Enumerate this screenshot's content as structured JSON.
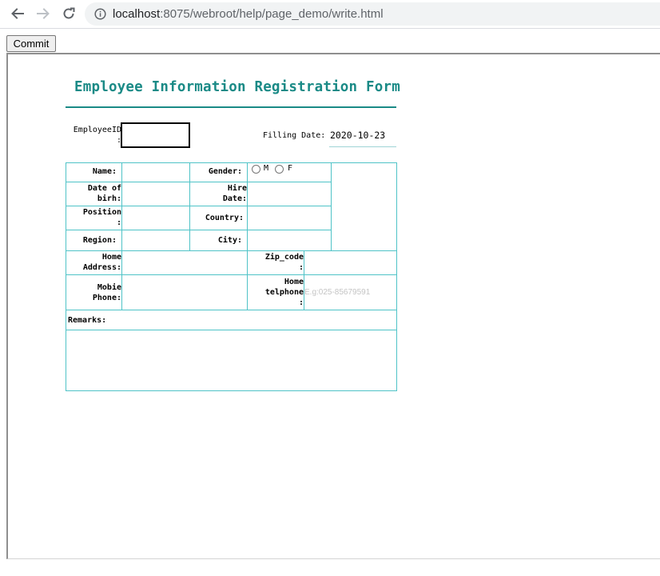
{
  "browser": {
    "url_host": "localhost",
    "url_rest": ":8075/webroot/help/page_demo/write.html"
  },
  "toolbar": {
    "commit_label": "Commit"
  },
  "form": {
    "title": "Employee Information Registration Form",
    "employee_id_label": "EmployeeID\n:",
    "filling_date_label": "Filling Date:",
    "filling_date_value": "2020-10-23",
    "labels": {
      "name": "Name:",
      "gender": "Gender:",
      "date_of_birth": "Date of\nbirh:",
      "hire_date": "Hire\nDate:",
      "position": "Position\n:",
      "country": "Country:",
      "region": "Region:",
      "city": "City:",
      "home_address": "Home\nAddress:",
      "zip_code": "Zip_code\n:",
      "mobile_phone": "Mobie\nPhone:",
      "home_telephone": "Home\ntelphone\n:",
      "remarks": "Remarks:"
    },
    "gender_options": [
      "M",
      "F"
    ],
    "home_telephone_placeholder": "E.g:025-85679591"
  },
  "icons": {
    "back": "arrow-left-icon",
    "forward": "arrow-right-icon",
    "reload": "reload-icon",
    "site_info": "info-icon"
  }
}
